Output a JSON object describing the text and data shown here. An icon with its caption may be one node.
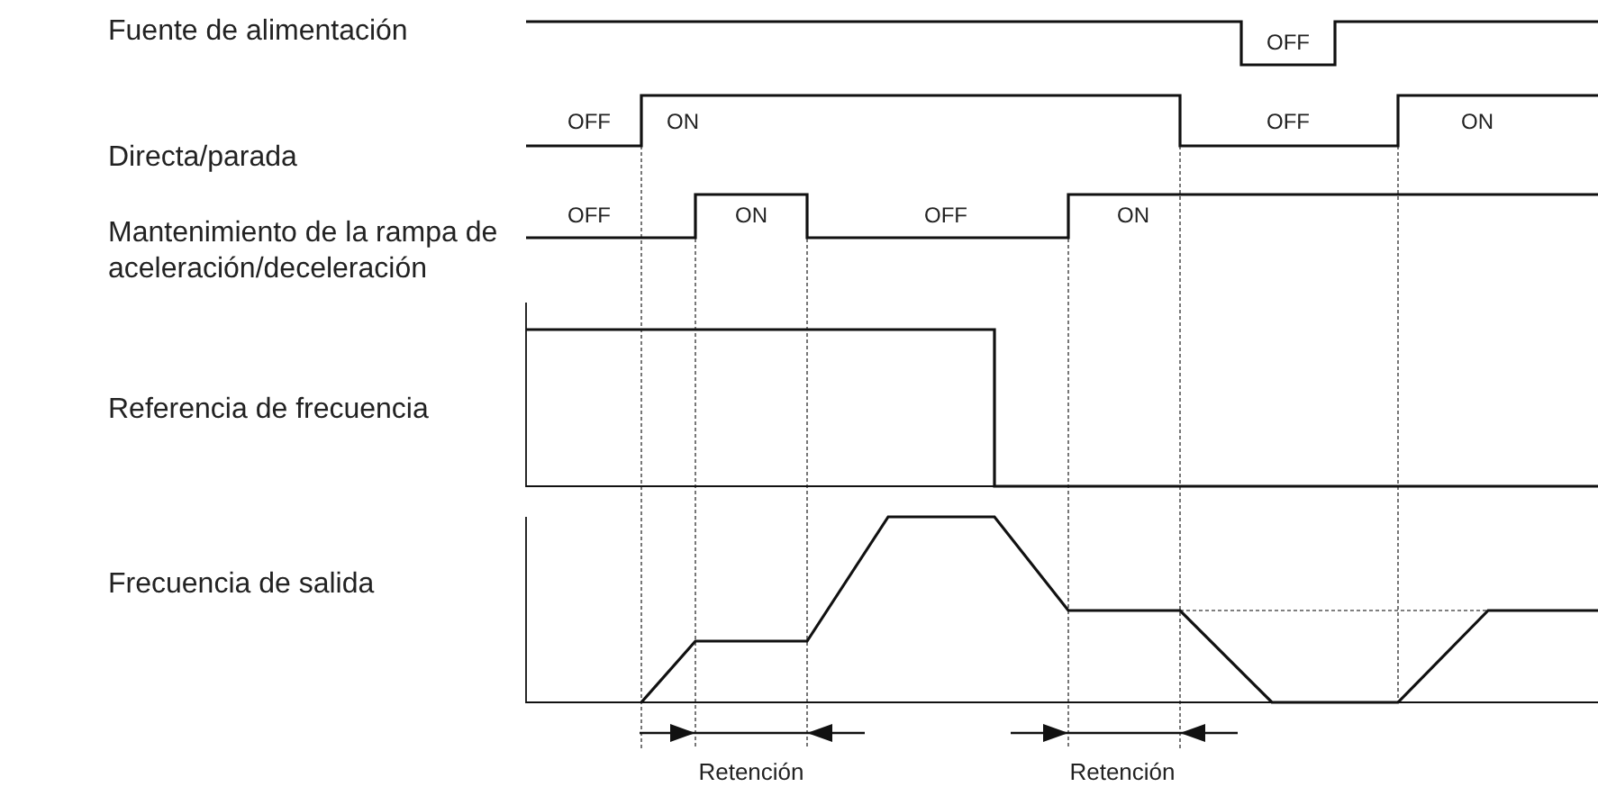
{
  "diagram": {
    "labels": [
      "Fuente de alimentación",
      "OFF",
      "Directa/parada",
      "OFF",
      "ON",
      "OFF",
      "ON",
      "Mantenimiento de la rampa de aceleración/deceleración",
      "OFF",
      "ON",
      "OFF",
      "ON",
      "Referencia de frecuencia",
      "Frecuencia de salida",
      "Retención",
      "Retención"
    ]
  }
}
